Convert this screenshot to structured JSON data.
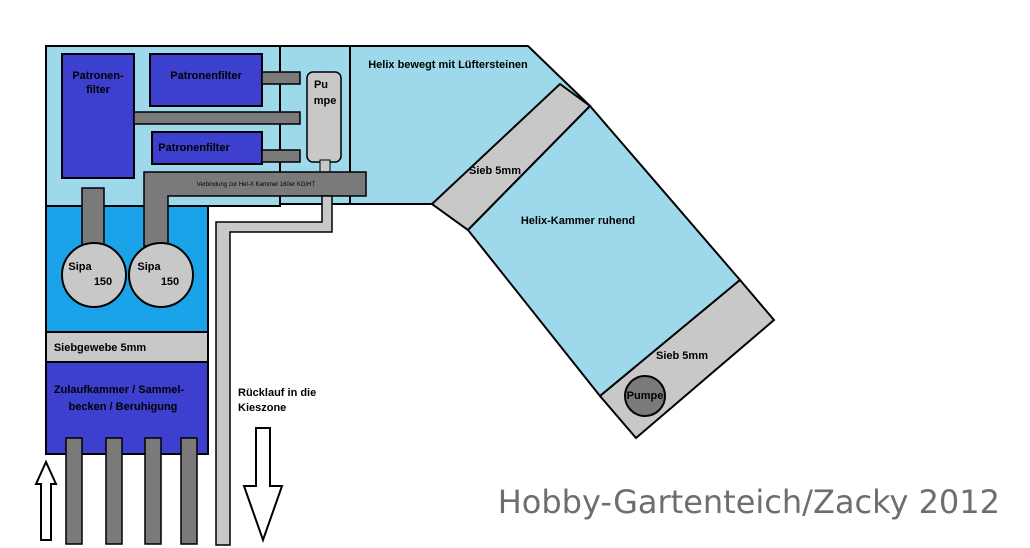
{
  "labels": {
    "patronenfilter_big_1": "Patronen-",
    "patronenfilter_big_2": "filter",
    "patronenfilter_top": "Patronenfilter",
    "patronenfilter_mid": "Patronenfilter",
    "pumpe_small_1": "Pu",
    "pumpe_small_2": "mpe",
    "verbindung": "Verbindung zur Hel-X Kammer 160er KG/HT",
    "helix_top": "Helix bewegt mit Lüftersteinen",
    "sieb_top": "Sieb 5mm",
    "helix_ruhend": "Helix-Kammer ruhend",
    "sieb_bottom": "Sieb 5mm",
    "pumpe_round": "Pumpe",
    "sipa_left_1": "Sipa",
    "sipa_left_2": "150",
    "sipa_right_1": "Sipa",
    "sipa_right_2": "150",
    "siebgewebe": "Siebgewebe 5mm",
    "zulauf_1": "Zulaufkammer / Sammel-",
    "zulauf_2": "becken / Beruhigung",
    "ruecklauf_1": "Rücklauf in die",
    "ruecklauf_2": "Kieszone"
  },
  "watermark": "Hobby-Gartenteich/Zacky 2012",
  "colors": {
    "light_blue": "#9dd9ea",
    "mid_blue": "#1aa3e8",
    "dark_blue": "#3d3fce",
    "grey": "#c8c8c8",
    "dark_grey": "#7a7a7a"
  }
}
